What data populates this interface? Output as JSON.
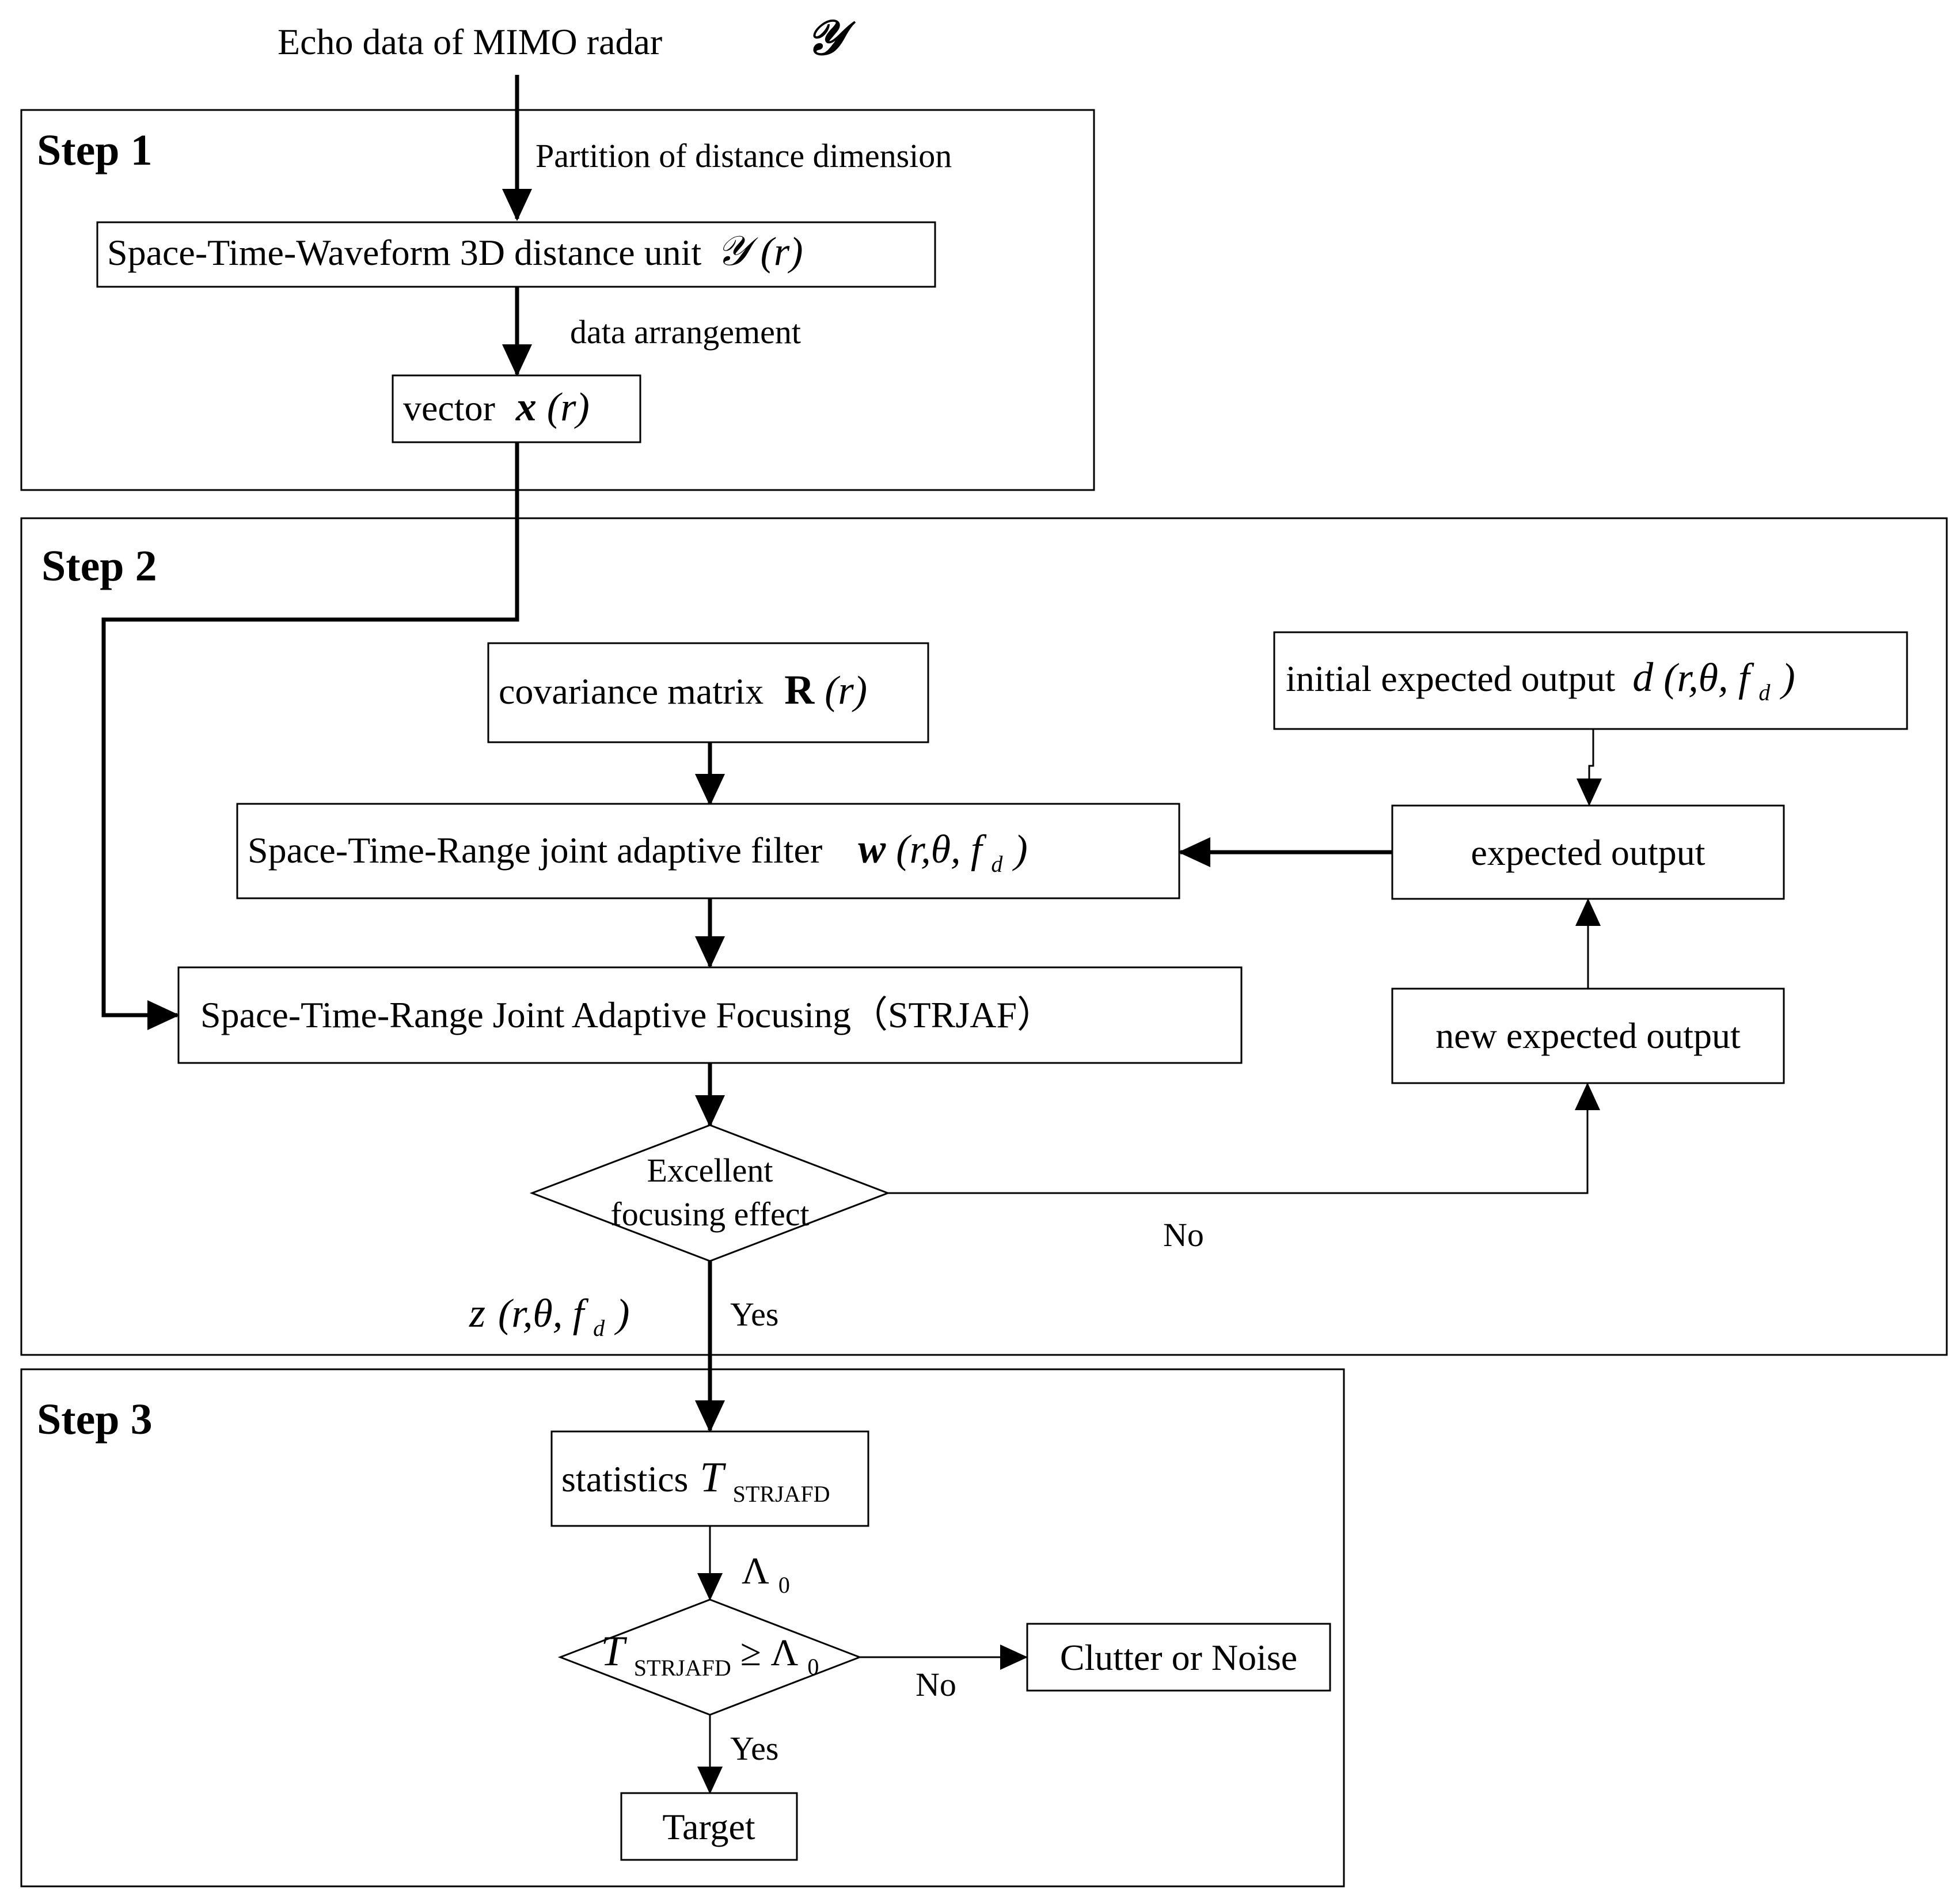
{
  "input": {
    "label": "Echo data of MIMO radar",
    "symbol": "𝒴"
  },
  "step1": {
    "title": "Step 1",
    "partition_label": "Partition of distance dimension",
    "unit_box": {
      "label": "Space-Time-Waveform 3D distance unit",
      "symbol": "𝒴",
      "arg": "(r)"
    },
    "arrange_label": "data arrangement",
    "vector_box": {
      "label": "vector",
      "symbol": "x",
      "arg": "(r)"
    }
  },
  "step2": {
    "title": "Step 2",
    "covariance_box": {
      "label": "covariance matrix",
      "symbol": "R",
      "arg": "(r)"
    },
    "filter_box": {
      "label": "Space-Time-Range  joint adaptive filter",
      "symbol": "w",
      "arg": "(r,θ, f",
      "sub": "d",
      "close": ")"
    },
    "focusing_box": {
      "label": "Space-Time-Range Joint Adaptive Focusing（STRJAF）"
    },
    "initial_box": {
      "label": "initial expected output",
      "symbol": "d",
      "arg": "(r,θ, f",
      "sub": "d",
      "close": ")"
    },
    "expected_box": {
      "label": "expected output"
    },
    "new_expected_box": {
      "label": "new expected output"
    },
    "decision": {
      "line1": "Excellent",
      "line2": "focusing effect",
      "no_label": "No",
      "yes_label": "Yes"
    },
    "output_signal": {
      "symbol": "z",
      "arg": "(r,θ, f",
      "sub": "d",
      "close": ")"
    }
  },
  "step3": {
    "title": "Step 3",
    "statistics_box": {
      "label": "statistics",
      "symbol": "T",
      "sub": "STRJAFD"
    },
    "threshold": {
      "symbol": "Λ",
      "sub": "0"
    },
    "decision": {
      "symbol": "T",
      "sub": "STRJAFD",
      "op": " ≥ Λ",
      "sub2": "0",
      "no_label": "No",
      "yes_label": "Yes"
    },
    "clutter_box": {
      "label": "Clutter or Noise"
    },
    "target_box": {
      "label": "Target"
    }
  }
}
